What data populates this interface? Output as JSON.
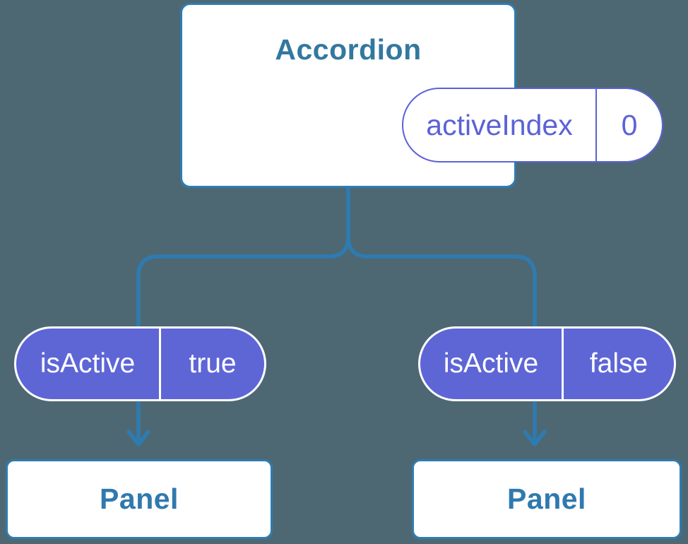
{
  "diagram": {
    "root": {
      "label": "Accordion",
      "state": {
        "name": "activeIndex",
        "value": "0"
      }
    },
    "branches": [
      {
        "prop": {
          "name": "isActive",
          "value": "true"
        },
        "child": {
          "label": "Panel"
        }
      },
      {
        "prop": {
          "name": "isActive",
          "value": "false"
        },
        "child": {
          "label": "Panel"
        }
      }
    ],
    "colors": {
      "background": "#4d6873",
      "connector_blue": "#2e7bb1",
      "node_border_blue": "#2f7cb3",
      "node_background": "#ffffff",
      "root_label_blue": "#33789f",
      "panel_label_blue": "#2f79ae",
      "state_purple": "#5b62d6",
      "prop_fill_purple": "#5e66d6",
      "prop_text": "#ffffff"
    }
  }
}
